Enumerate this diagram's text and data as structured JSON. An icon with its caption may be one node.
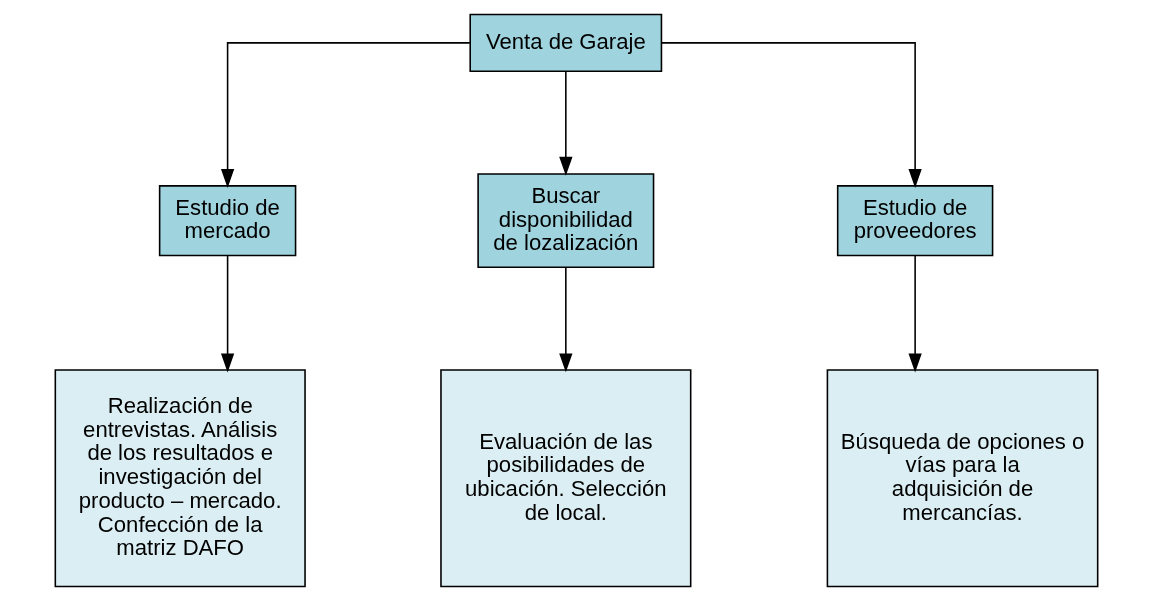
{
  "diagram": {
    "nodes": [
      {
        "text": [
          "Venta de Garaje"
        ]
      },
      {
        "text": [
          "Estudio de mercado"
        ]
      },
      {
        "text": [
          "Buscar disponibilidad de lozalización"
        ]
      },
      {
        "text": [
          "Estudio de proveedores"
        ]
      },
      {
        "text": [
          "Realización de entrevistas. Análisis de los resultados e investigación del producto – mercado. Confección de la matriz DAFO"
        ]
      },
      {
        "text": [
          "Evaluación de las posibilidades de ubicación. Selección de local."
        ]
      },
      {
        "text": [
          "Búsqueda de opciones o vías para la adquisición de mercancías."
        ]
      }
    ],
    "edges": [
      {
        "from": 0,
        "to": 1,
        "arrow": "to"
      },
      {
        "from": 0,
        "to": 2,
        "arrow": "to"
      },
      {
        "from": 0,
        "to": 3,
        "arrow": "to"
      },
      {
        "from": 1,
        "to": 4,
        "arrow": "to"
      },
      {
        "from": 2,
        "to": 5,
        "arrow": "to"
      },
      {
        "from": 3,
        "to": 6,
        "arrow": "to"
      }
    ]
  }
}
